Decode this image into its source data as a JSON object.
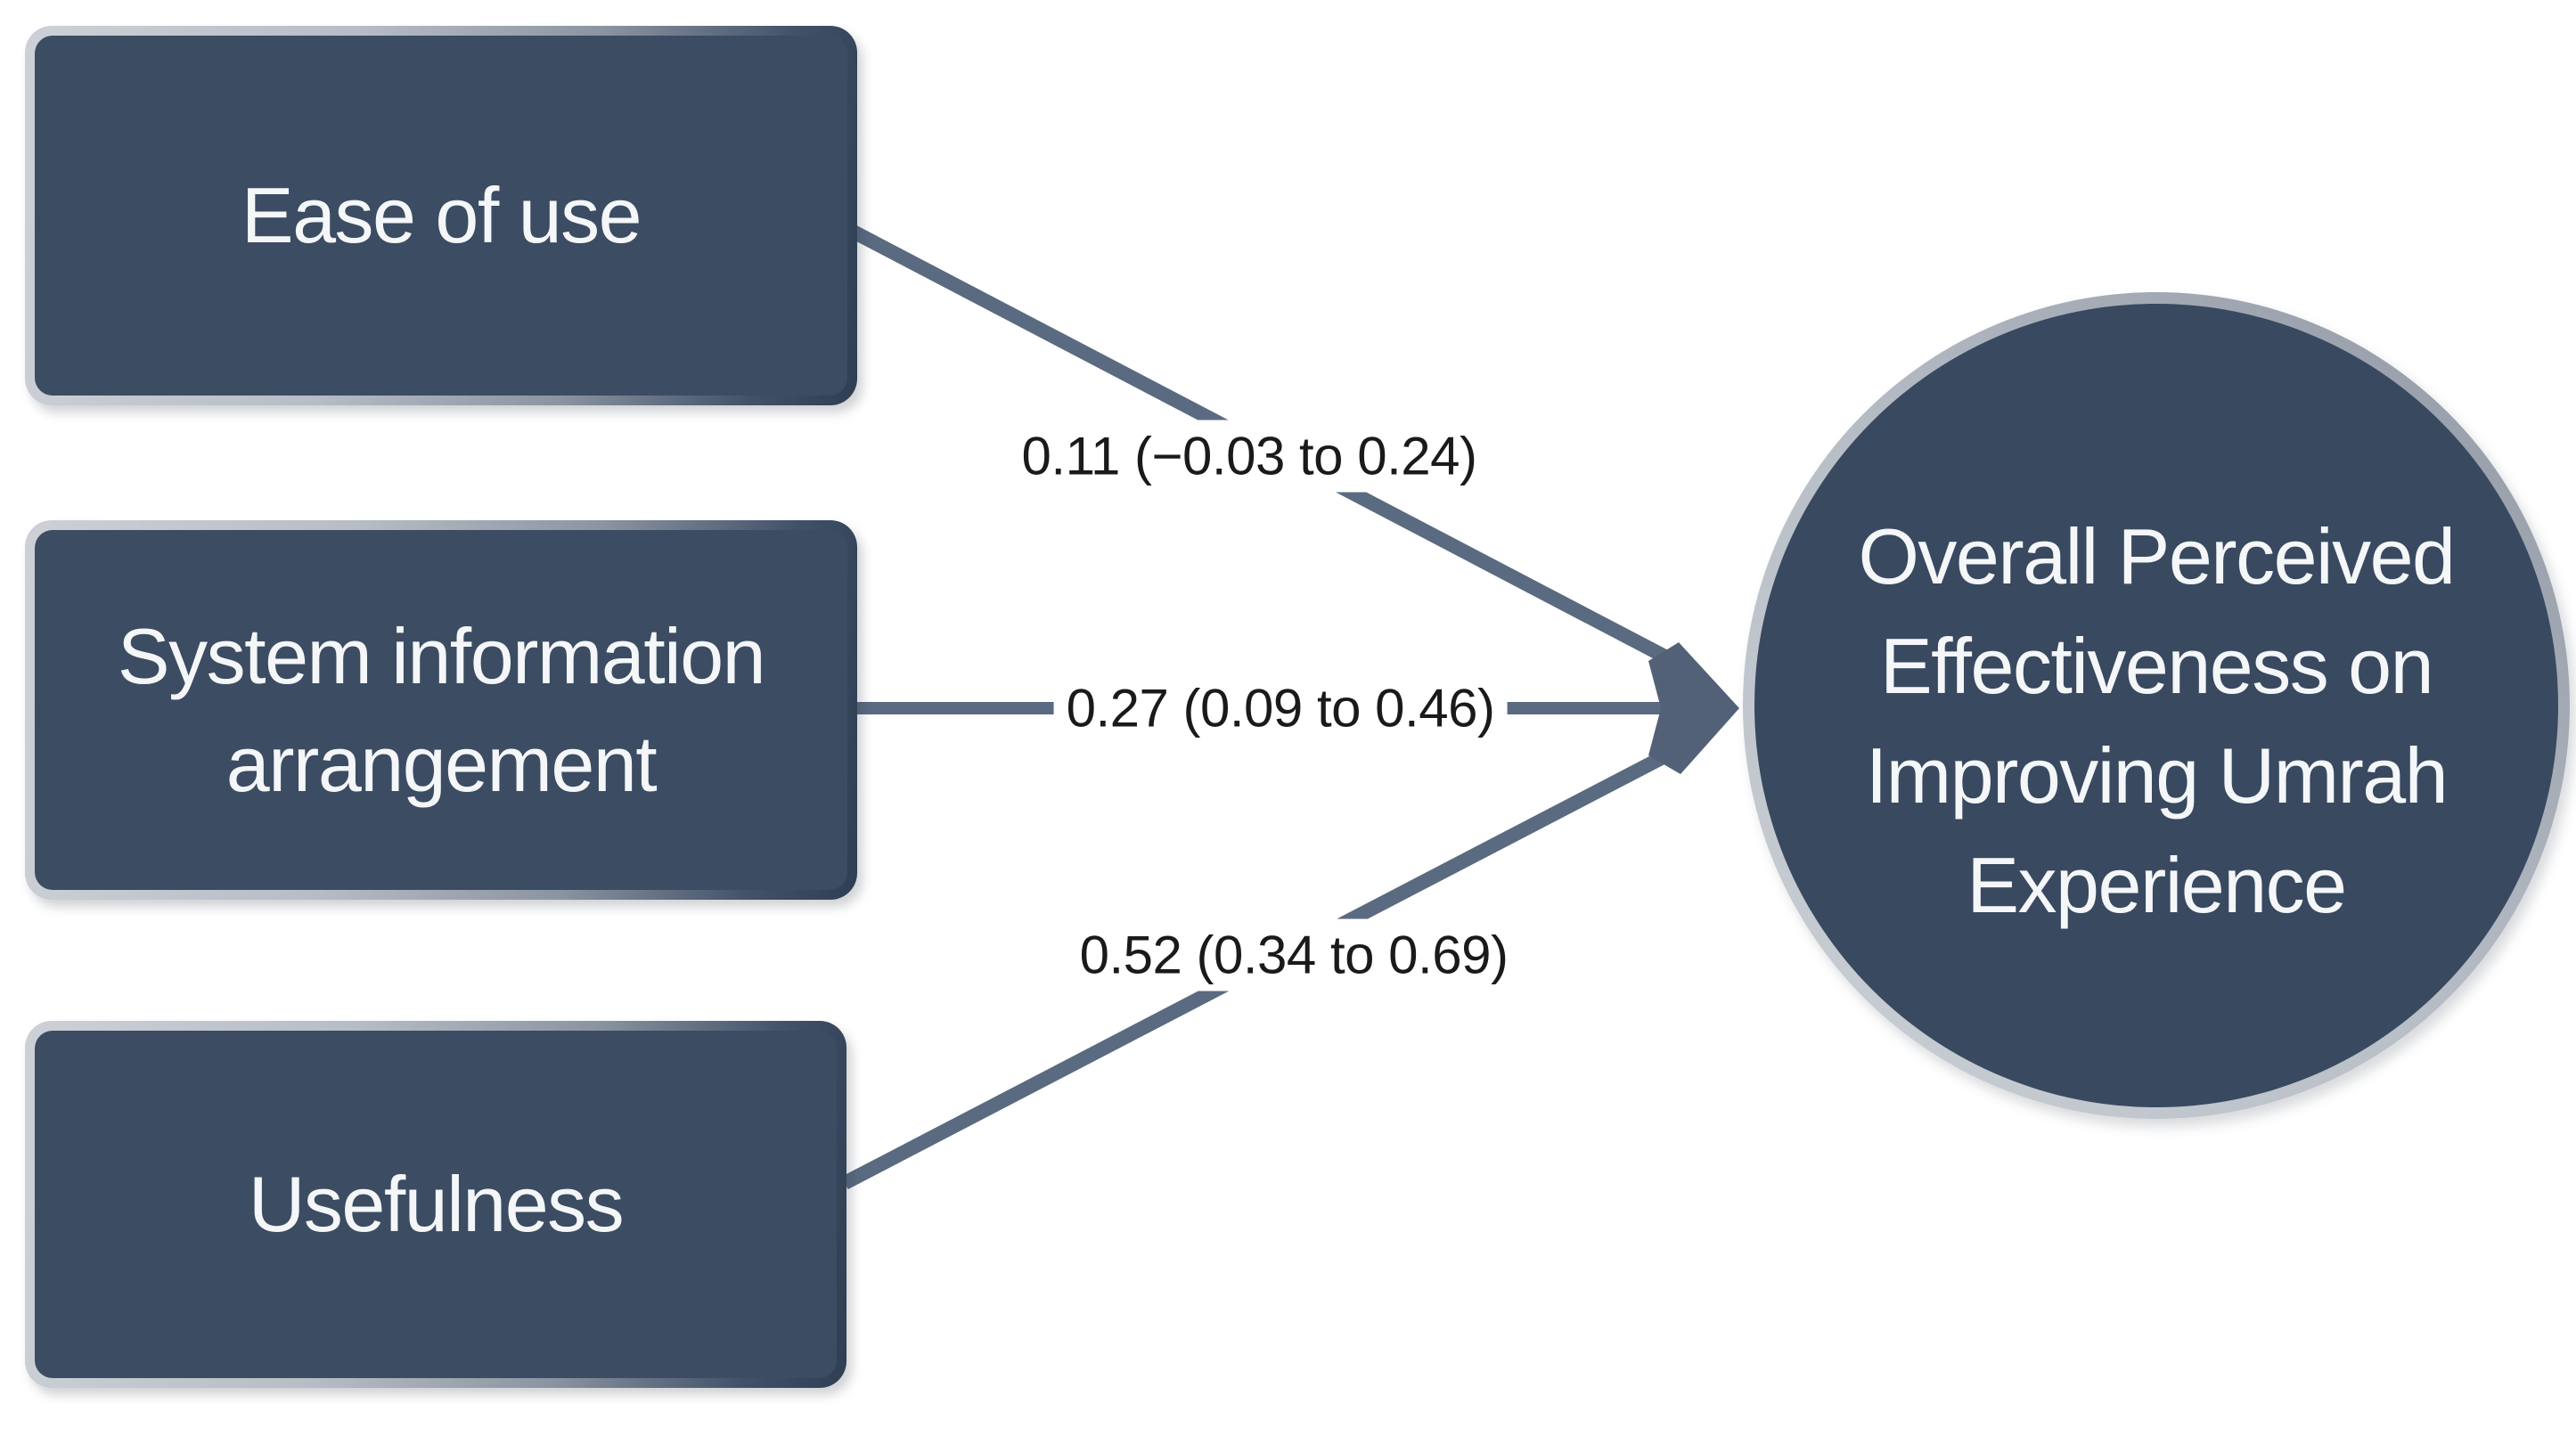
{
  "diagram": {
    "type": "path-diagram",
    "background": "#ffffff",
    "colors": {
      "background": "#ffffff",
      "node_fill": "#3b4c63",
      "circle_fill": "#384960",
      "node_text": "#f4f6f8",
      "connector": "#5a6a80",
      "arrow": "#536178",
      "label_text": "#1a1a1a",
      "border_light": "#cdd1d7",
      "border_dark": "#2f3e53"
    },
    "predictors": [
      {
        "label": "Ease of use",
        "coefficient": "0.11 (−0.03 to 0.24)",
        "estimate": 0.11,
        "ci_low": -0.03,
        "ci_high": 0.24
      },
      {
        "label": "System information arrangement",
        "coefficient": "0.27 (0.09 to 0.46)",
        "estimate": 0.27,
        "ci_low": 0.09,
        "ci_high": 0.46
      },
      {
        "label": "Usefulness",
        "coefficient": "0.52 (0.34 to 0.69)",
        "estimate": 0.52,
        "ci_low": 0.34,
        "ci_high": 0.69
      }
    ],
    "outcome": {
      "label": "Overall Perceived Effectiveness on Improving Umrah Experience"
    }
  }
}
